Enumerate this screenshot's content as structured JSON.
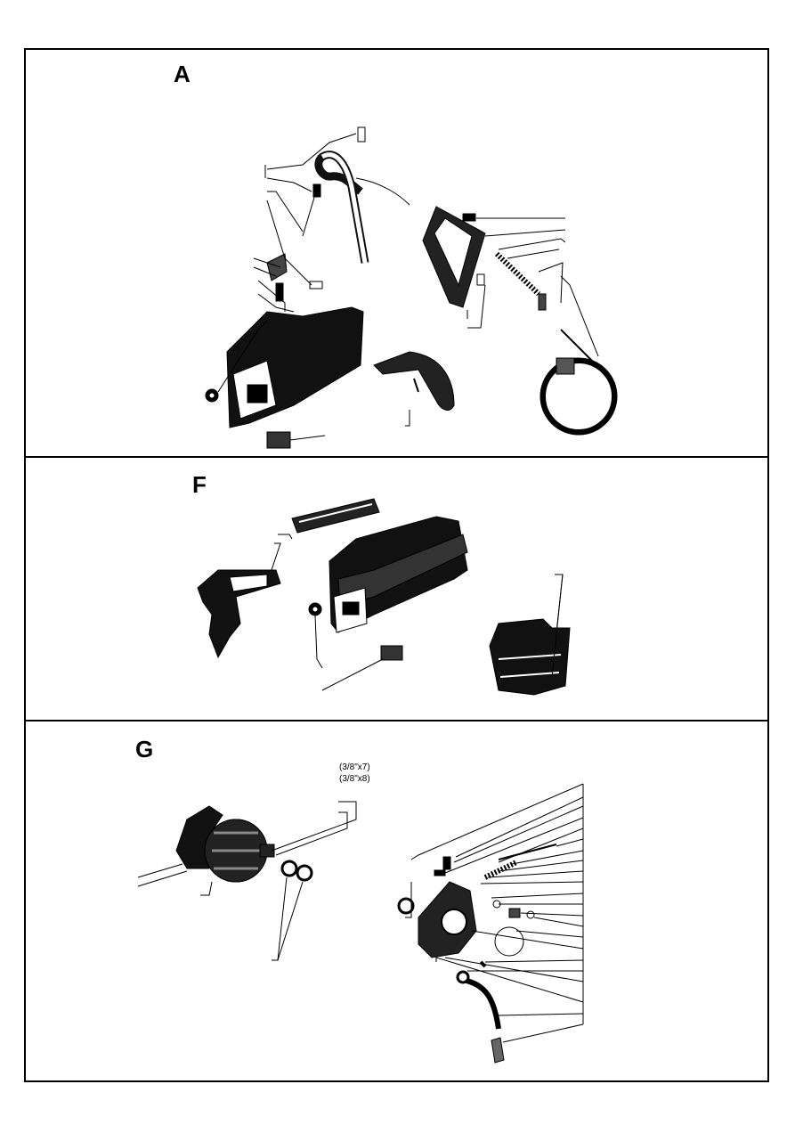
{
  "panels": [
    {
      "label": "A"
    },
    {
      "label": "F"
    },
    {
      "label": "G"
    }
  ],
  "notes": {
    "pitch_7": "(3/8\"x7)",
    "pitch_8": "(3/8\"x8)"
  },
  "colors": {
    "ink": "#000000",
    "paper": "#ffffff",
    "shade": "#3a3a3a"
  }
}
